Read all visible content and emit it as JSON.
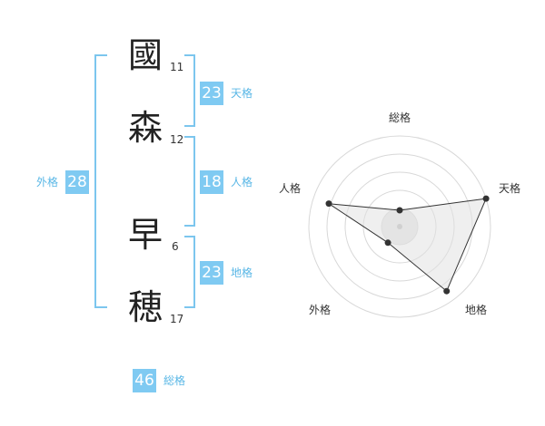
{
  "characters": [
    {
      "char": "國",
      "strokes": "11"
    },
    {
      "char": "森",
      "strokes": "12"
    },
    {
      "char": "早",
      "strokes": "6"
    },
    {
      "char": "穂",
      "strokes": "17"
    }
  ],
  "fortunes": {
    "tenkaku": {
      "value": "23",
      "label": "天格"
    },
    "jinkaku": {
      "value": "18",
      "label": "人格"
    },
    "chikaku": {
      "value": "23",
      "label": "地格"
    },
    "gaikaku": {
      "value": "28",
      "label": "外格"
    },
    "soukaku": {
      "value": "46",
      "label": "総格"
    }
  },
  "radar": {
    "axes": [
      "総格",
      "天格",
      "地格",
      "外格",
      "人格"
    ],
    "values": [
      0.18,
      1.0,
      0.88,
      0.22,
      0.82
    ]
  },
  "colors": {
    "accent": "#7fcaf2",
    "bracket": "#7cc6ee",
    "label": "#59b7e6",
    "radar_fill": "#eeeeee",
    "radar_line": "#333333"
  }
}
